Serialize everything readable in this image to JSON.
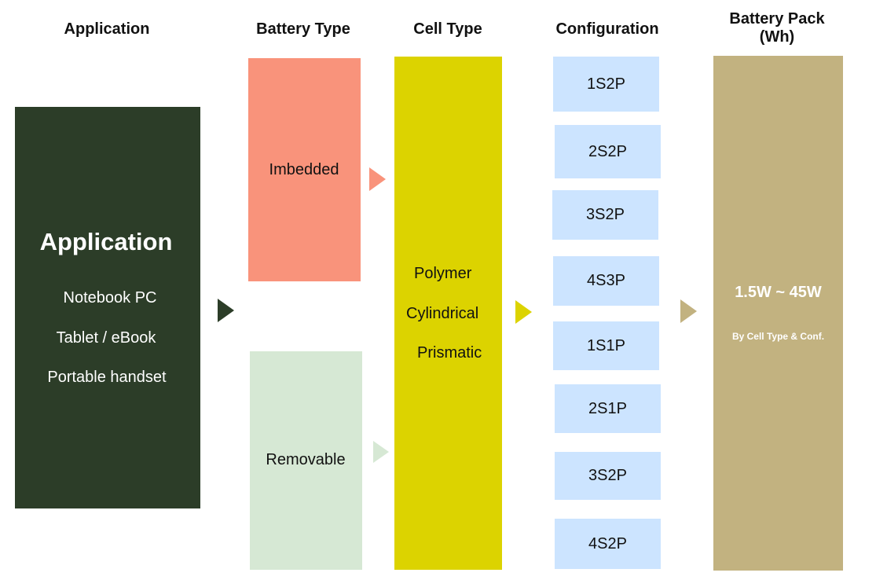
{
  "headers": {
    "application": "Application",
    "battery_type": "Battery Type",
    "cell_type": "Cell Type",
    "configuration": "Configuration",
    "battery_pack_line1": "Battery Pack",
    "battery_pack_line2": "(Wh)"
  },
  "application_box": {
    "title": "Application",
    "items": [
      "Notebook PC",
      "Tablet / eBook",
      "Portable handset"
    ]
  },
  "battery_types": [
    "Imbedded",
    "Removable"
  ],
  "cell_types": [
    "Polymer",
    "Cylindrical",
    "Prismatic"
  ],
  "configurations": [
    "1S2P",
    "2S2P",
    "3S2P",
    "4S3P",
    "1S1P",
    "2S1P",
    "3S2P",
    "4S2P"
  ],
  "battery_pack": {
    "range": "1.5W ~ 45W",
    "note": "By Cell Type & Conf."
  },
  "colors": {
    "application": "#2c3d28",
    "imbedded": "#f9937b",
    "removable": "#d6e8d4",
    "cell_type": "#dcd300",
    "configuration": "#cce4ff",
    "battery_pack": "#c2b280"
  }
}
